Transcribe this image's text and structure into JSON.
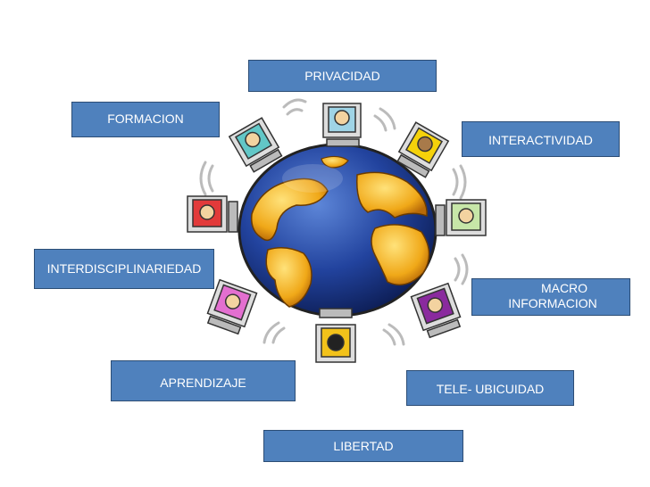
{
  "diagram": {
    "center": "globe-with-connected-computers-icon",
    "labels": {
      "privacidad": "PRIVACIDAD",
      "formacion": "FORMACION",
      "interactividad": "INTERACTIVIDAD",
      "interdisciplinariedad": "INTERDISCIPLINARIEDAD",
      "macro_line1": "MACRO",
      "macro_line2": "INFORMACION",
      "aprendizaje": "APRENDIZAJE",
      "tele_ubicuidad": "TELE- UBICUIDAD",
      "libertad": "LIBERTAD"
    },
    "colors": {
      "box_fill": "#4f81bd",
      "box_border": "#2c4d75",
      "ocean": "#1f3f95",
      "land": "#f2b51a"
    }
  }
}
